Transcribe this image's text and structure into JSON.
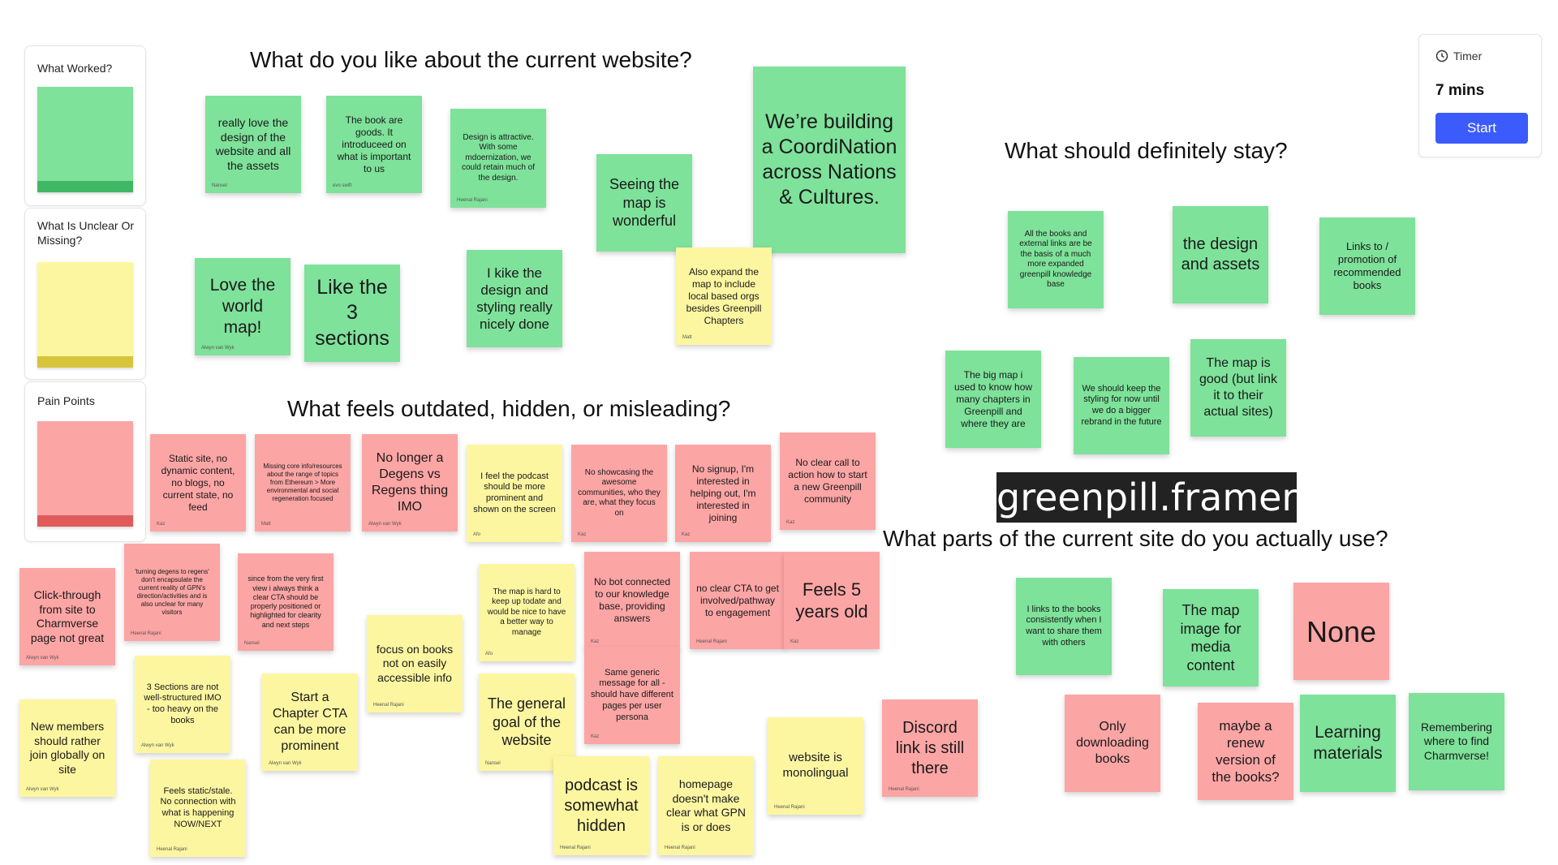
{
  "legend": {
    "worked": "What Worked?",
    "unclear": "What  Is Unclear Or Missing?",
    "pain": "Pain Points"
  },
  "sections": {
    "like": "What do you like about the current website?",
    "stay": "What should definitely stay?",
    "outdated": "What feels outdated, hidden, or misleading?",
    "use": "What parts of the current site do you actually use?"
  },
  "timer": {
    "label": "Timer",
    "value": "7 mins",
    "start": "Start",
    "icon": "clock-icon"
  },
  "url_banner": "greenpill.framer.ai",
  "colors": {
    "green": "#7ee29a",
    "yellow": "#fdf6a1",
    "red": "#fca5a5",
    "button": "#3b5bfd"
  },
  "notes": [
    {
      "text": "really love the design of the website and all the assets",
      "author": "Nansel"
    },
    {
      "text": "The book are goods. It introduceed on what is important to us",
      "author": "evo swift"
    },
    {
      "text": "Design is attractive. With some mdoernization, we could retain much of the design.",
      "author": "Heenal Rajani"
    },
    {
      "text": "Seeing the map is wonderful",
      "author": ""
    },
    {
      "text": "We’re building a CoordiNation across Nations & Cultures.",
      "author": ""
    },
    {
      "text": "Love the world map!",
      "author": "Alwyn van Wyk"
    },
    {
      "text": "Like the 3 sections",
      "author": ""
    },
    {
      "text": "I kike the design and styling really nicely done",
      "author": ""
    },
    {
      "text": "Also expand the map to include local based orgs besides Greenpill Chapters",
      "author": "Matt"
    },
    {
      "text": "All the books and external links are be the basis of a much more expanded greenpill knowledge base",
      "author": ""
    },
    {
      "text": "the design and assets",
      "author": ""
    },
    {
      "text": "Links to / promotion of recommended books",
      "author": ""
    },
    {
      "text": "The big map i used to know how many chapters in Greenpill and where they are",
      "author": ""
    },
    {
      "text": "We should keep the styling for now until we do a bigger rebrand in the future",
      "author": ""
    },
    {
      "text": "The map is good (but link it to their actual sites)",
      "author": ""
    },
    {
      "text": "Static site, no dynamic content, no blogs, no current state, no feed",
      "author": "Kaz"
    },
    {
      "text": "Missing core info/resources about the range of topics from Ethereum > More environmental and social regeneration focused",
      "author": "Matt"
    },
    {
      "text": "No longer a Degens vs Regens thing IMO",
      "author": "Alwyn van Wyk"
    },
    {
      "text": "I feel the podcast should be more prominent and shown on the screen",
      "author": "Afo"
    },
    {
      "text": "No showcasing the awesome communities, who they are, what they focus on",
      "author": "Kaz"
    },
    {
      "text": "No signup, I'm interested in helping out, I'm interested in joining",
      "author": "Kaz"
    },
    {
      "text": "No clear call to action how to start a new Greenpill community",
      "author": "Kaz"
    },
    {
      "text": "Click-through from site to Charmverse page not great",
      "author": "Alwyn van Wyk"
    },
    {
      "text": "'turning degens to regens' don't encapsulate the current reality of GPN's direction/activities and is also unclear for many visitors",
      "author": "Heenal Rajani"
    },
    {
      "text": "since from the very first view i always think a clear CTA should be properly positioned or highlighted for clearity and next steps",
      "author": "Nansel"
    },
    {
      "text": "The map is hard to keep up todate and would be nice to have a better way to manage",
      "author": "Afo"
    },
    {
      "text": "No bot connected to our knowledge base, providing answers",
      "author": "Kaz"
    },
    {
      "text": "no clear CTA to get involved/pathway to engagement",
      "author": "Heenal Rajani"
    },
    {
      "text": "Feels 5 years old",
      "author": "Kaz"
    },
    {
      "text": "focus on books not on easily accessible info",
      "author": "Heenal Rajani"
    },
    {
      "text": "3 Sections are not well-structured IMO - too heavy on the books",
      "author": "Alwyn van Wyk"
    },
    {
      "text": "Start a Chapter CTA can be more prominent",
      "author": "Alwyn van Wyk"
    },
    {
      "text": "New members should rather join globally on site",
      "author": "Alwyn van Wyk"
    },
    {
      "text": "Feels static/stale. No connection with what is happening NOW/NEXT",
      "author": "Heenal Rajani"
    },
    {
      "text": "The general goal of the website",
      "author": "Nansel"
    },
    {
      "text": "Same generic message for all - should have different pages per user persona",
      "author": "Kaz"
    },
    {
      "text": "podcast is somewhat hidden",
      "author": "Heenal Rajani"
    },
    {
      "text": "homepage doesn't make clear what GPN is or does",
      "author": "Heenal Rajani"
    },
    {
      "text": "website is monolingual",
      "author": "Heenal Rajani"
    },
    {
      "text": "Discord link is still there",
      "author": "Heenal Rajani"
    },
    {
      "text": "I links to the books consistently when I want to share them with others",
      "author": ""
    },
    {
      "text": "The map image for media content",
      "author": ""
    },
    {
      "text": "None",
      "author": ""
    },
    {
      "text": "Only downloading books",
      "author": ""
    },
    {
      "text": "maybe a renew version of the books?",
      "author": ""
    },
    {
      "text": "Learning materials",
      "author": ""
    },
    {
      "text": "Remembering where to find Charmverse!",
      "author": ""
    }
  ]
}
